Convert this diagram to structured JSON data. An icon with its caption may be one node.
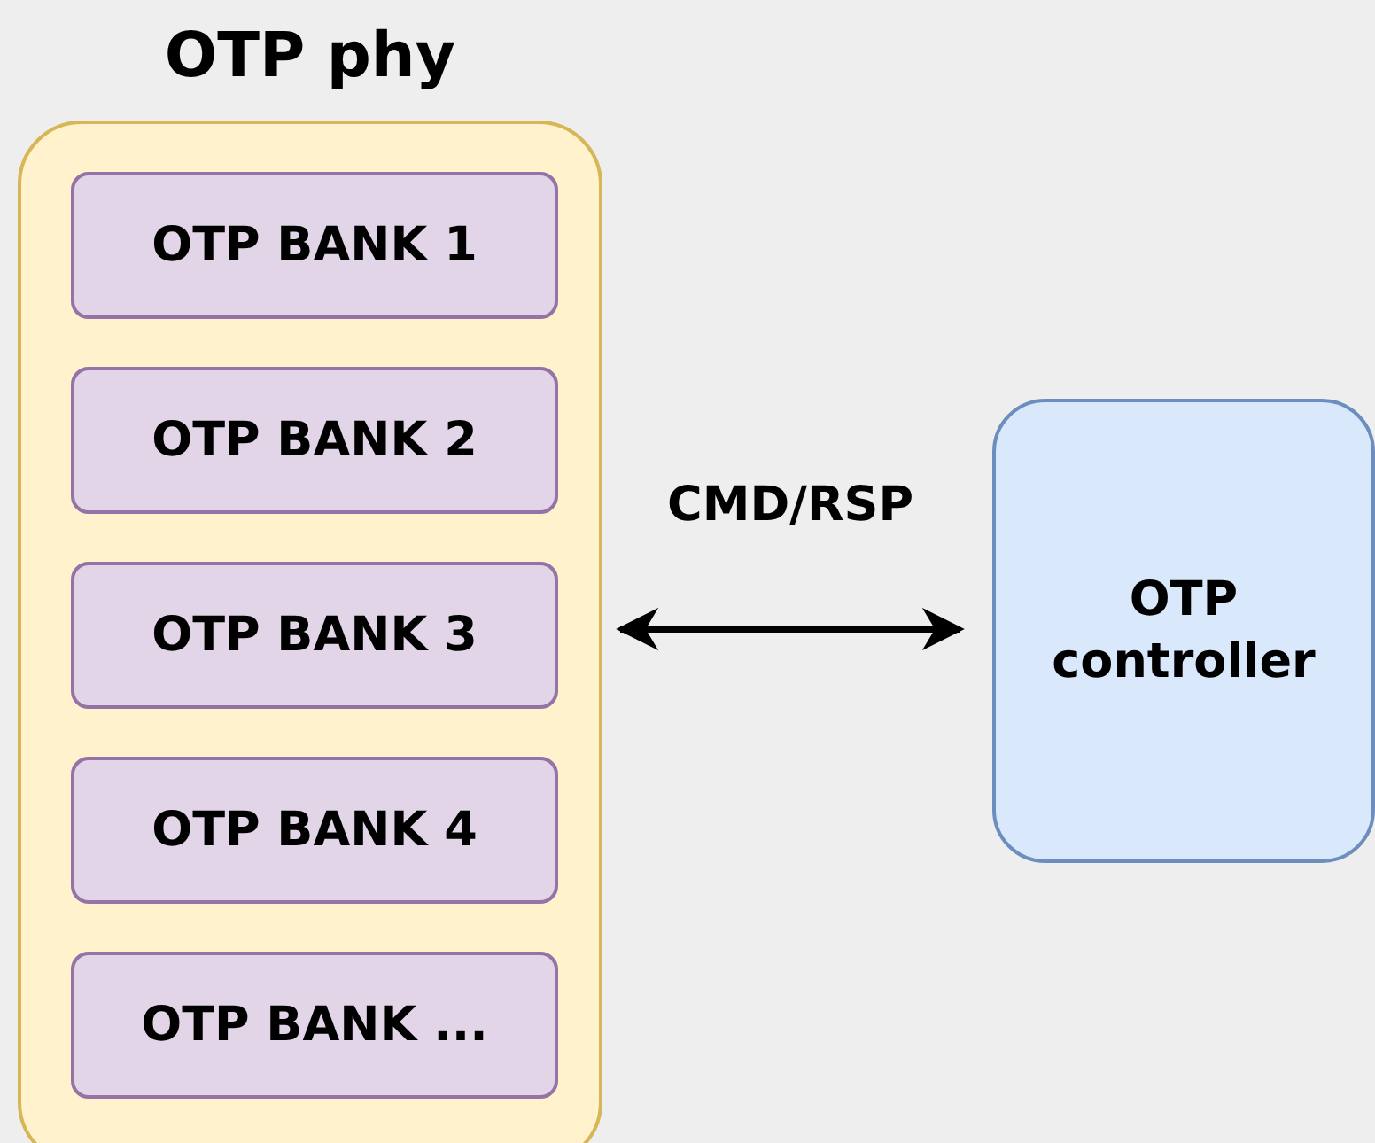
{
  "diagram": {
    "nodes": [
      {
        "text": [
          "OTP phy"
        ]
      },
      {
        "text": [
          "OTP BANK 1"
        ],
        "in": 0
      },
      {
        "text": [
          "OTP BANK 2"
        ],
        "in": 0
      },
      {
        "text": [
          "OTP BANK 3"
        ],
        "in": 0
      },
      {
        "text": [
          "OTP BANK 4"
        ],
        "in": 0
      },
      {
        "text": [
          "OTP BANK ..."
        ],
        "in": 0
      },
      {
        "text": [
          "OTP controller"
        ]
      }
    ],
    "edges": [
      {
        "from": 0,
        "to": 6,
        "arrow": "both",
        "label": "CMD/RSP"
      }
    ]
  }
}
